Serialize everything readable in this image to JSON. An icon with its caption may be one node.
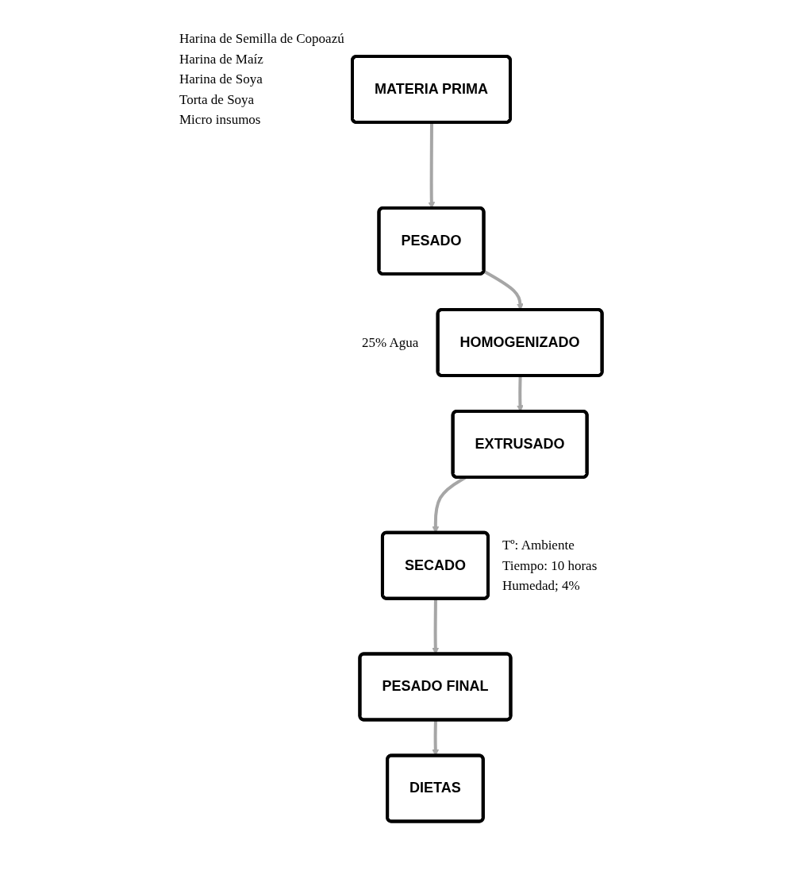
{
  "diagram": {
    "nodes": [
      {
        "text": [
          "MATERIA PRIMA"
        ],
        "beside": [
          "Harina de Semilla de Copoazú",
          "Harina de Maíz",
          "Harina de Soya",
          "Torta de Soya",
          "Micro insumos"
        ]
      },
      {
        "text": [
          "PESADO"
        ]
      },
      {
        "text": [
          "HOMOGENIZADO"
        ],
        "beside": [
          "25% Agua"
        ]
      },
      {
        "text": [
          "EXTRUSADO"
        ]
      },
      {
        "text": [
          "SECADO"
        ],
        "beside": [
          "Tº: Ambiente",
          "Tiempo: 10 horas",
          "Humedad; 4%"
        ]
      },
      {
        "text": [
          "PESADO FINAL"
        ]
      },
      {
        "text": [
          "DIETAS"
        ]
      }
    ],
    "edges": [
      {
        "from": 0,
        "to": 1,
        "arrow": "to"
      },
      {
        "from": 1,
        "to": 2,
        "arrow": "to"
      },
      {
        "from": 2,
        "to": 3,
        "arrow": "to"
      },
      {
        "from": 3,
        "to": 4,
        "arrow": "to"
      },
      {
        "from": 4,
        "to": 5,
        "arrow": "to"
      },
      {
        "from": 5,
        "to": 6,
        "arrow": "to"
      }
    ]
  }
}
